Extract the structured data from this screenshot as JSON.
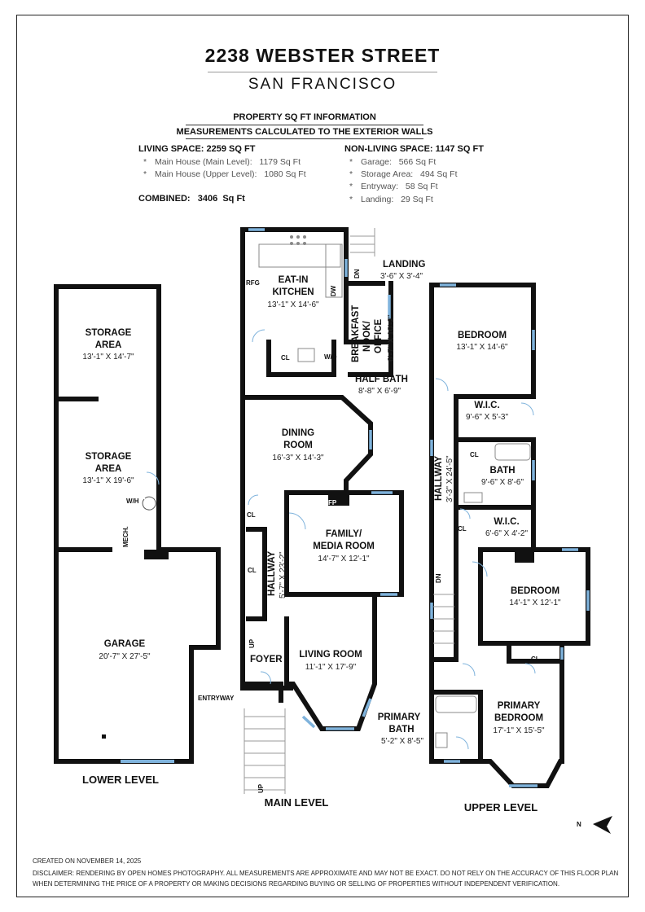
{
  "header": {
    "address": "2238 WEBSTER STREET",
    "city": "SAN FRANCISCO",
    "info_title": "PROPERTY SQ FT INFORMATION",
    "info_subtitle": "MEASUREMENTS CALCULATED TO THE EXTERIOR WALLS"
  },
  "living": {
    "heading": "LIVING SPACE: 2259 SQ FT",
    "items": [
      {
        "bullet": "*",
        "label": "Main House (Main Level):",
        "value": "1179 Sq Ft"
      },
      {
        "bullet": "*",
        "label": "Main House (Upper Level):",
        "value": "1080 Sq Ft"
      }
    ]
  },
  "nonliving": {
    "heading": "NON-LIVING SPACE: 1147 SQ FT",
    "items": [
      {
        "bullet": "*",
        "label": "Garage:",
        "value": "566 Sq Ft"
      },
      {
        "bullet": "*",
        "label": "Storage Area:",
        "value": "494 Sq Ft"
      },
      {
        "bullet": "*",
        "label": "Entryway:",
        "value": "58 Sq Ft"
      },
      {
        "bullet": "*",
        "label": "Landing:",
        "value": "29 Sq Ft"
      }
    ]
  },
  "combined": {
    "label": "COMBINED:",
    "value": "3406",
    "unit": "Sq Ft"
  },
  "rooms": {
    "storage1": {
      "name1": "STORAGE",
      "name2": "AREA",
      "dim": "13'-1\" X 14'-7\""
    },
    "storage2": {
      "name1": "STORAGE",
      "name2": "AREA",
      "dim": "13'-1\" X 19'-6\""
    },
    "garage": {
      "name": "GARAGE",
      "dim": "20'-7\" X 27'-5\""
    },
    "kitchen": {
      "name1": "EAT-IN",
      "name2": "KITCHEN",
      "dim": "13'-1\" X 14'-6\""
    },
    "landing": {
      "name": "LANDING",
      "dim": "3'-6\" X 3'-4\""
    },
    "nook": {
      "name1": "BREAKFAST",
      "name2": "NOOK/",
      "name3": "OFFICE",
      "dim": "6'-7\" X 10'-2\""
    },
    "halfbath": {
      "name": "HALF BATH",
      "dim": "8'-8\" X 6'-9\""
    },
    "dining": {
      "name1": "DINING",
      "name2": "ROOM",
      "dim": "16'-3\" X 14'-3\""
    },
    "family": {
      "name1": "FAMILY/",
      "name2": "MEDIA ROOM",
      "dim": "14'-7\" X 12'-1\""
    },
    "hallway_main": {
      "name": "HALLWAY",
      "dim": "5'-7\" X 23'-2\""
    },
    "foyer": {
      "name": "FOYER"
    },
    "living": {
      "name": "LIVING ROOM",
      "dim": "11'-1\" X 17'-9\""
    },
    "bedroom1": {
      "name": "BEDROOM",
      "dim": "13'-1\" X 14'-6\""
    },
    "wic1": {
      "name": "W.I.C.",
      "dim": "9'-6\" X 5'-3\""
    },
    "bath": {
      "name": "BATH",
      "dim": "9'-6\" X 8'-6\""
    },
    "hallway_upper": {
      "name": "HALLWAY",
      "dim": "3'-3\" X 24'-5\""
    },
    "wic2": {
      "name": "W.I.C.",
      "dim": "6'-6\" X 4'-2\""
    },
    "bedroom2": {
      "name": "BEDROOM",
      "dim": "14'-1\" X 12'-1\""
    },
    "primary_bath": {
      "name1": "PRIMARY",
      "name2": "BATH",
      "dim": "5'-2\" X 8'-5\""
    },
    "primary_bed": {
      "name1": "PRIMARY",
      "name2": "BEDROOM",
      "dim": "17'-1\" X 15'-5\""
    }
  },
  "small_labels": {
    "wh": "W/H",
    "mech": "MECH.",
    "rfg": "RFG",
    "dw": "DW",
    "dn": "DN",
    "cl": "CL",
    "wd": "W/D",
    "fp": "FP",
    "up": "UP",
    "entryway": "ENTRYWAY"
  },
  "levels": {
    "lower": "LOWER LEVEL",
    "main": "MAIN LEVEL",
    "upper": "UPPER LEVEL"
  },
  "compass": {
    "letter": "N"
  },
  "footer": {
    "created": "CREATED ON NOVEMBER 14, 2025",
    "disclaimer1": "DISCLAIMER: RENDERING BY OPEN HOMES PHOTOGRAPHY. ALL MEASUREMENTS ARE APPROXIMATE AND MAY NOT BE EXACT. DO NOT RELY ON THE ACCURACY OF THIS FLOOR PLAN",
    "disclaimer2": "WHEN DETERMINING THE PRICE OF A PROPERTY OR MAKING DECISIONS REGARDING BUYING OR SELLING OF PROPERTIES WITHOUT INDEPENDENT VERIFICATION."
  },
  "colors": {
    "wall": "#111111",
    "window": "#7fb3dc",
    "text": "#111111"
  }
}
